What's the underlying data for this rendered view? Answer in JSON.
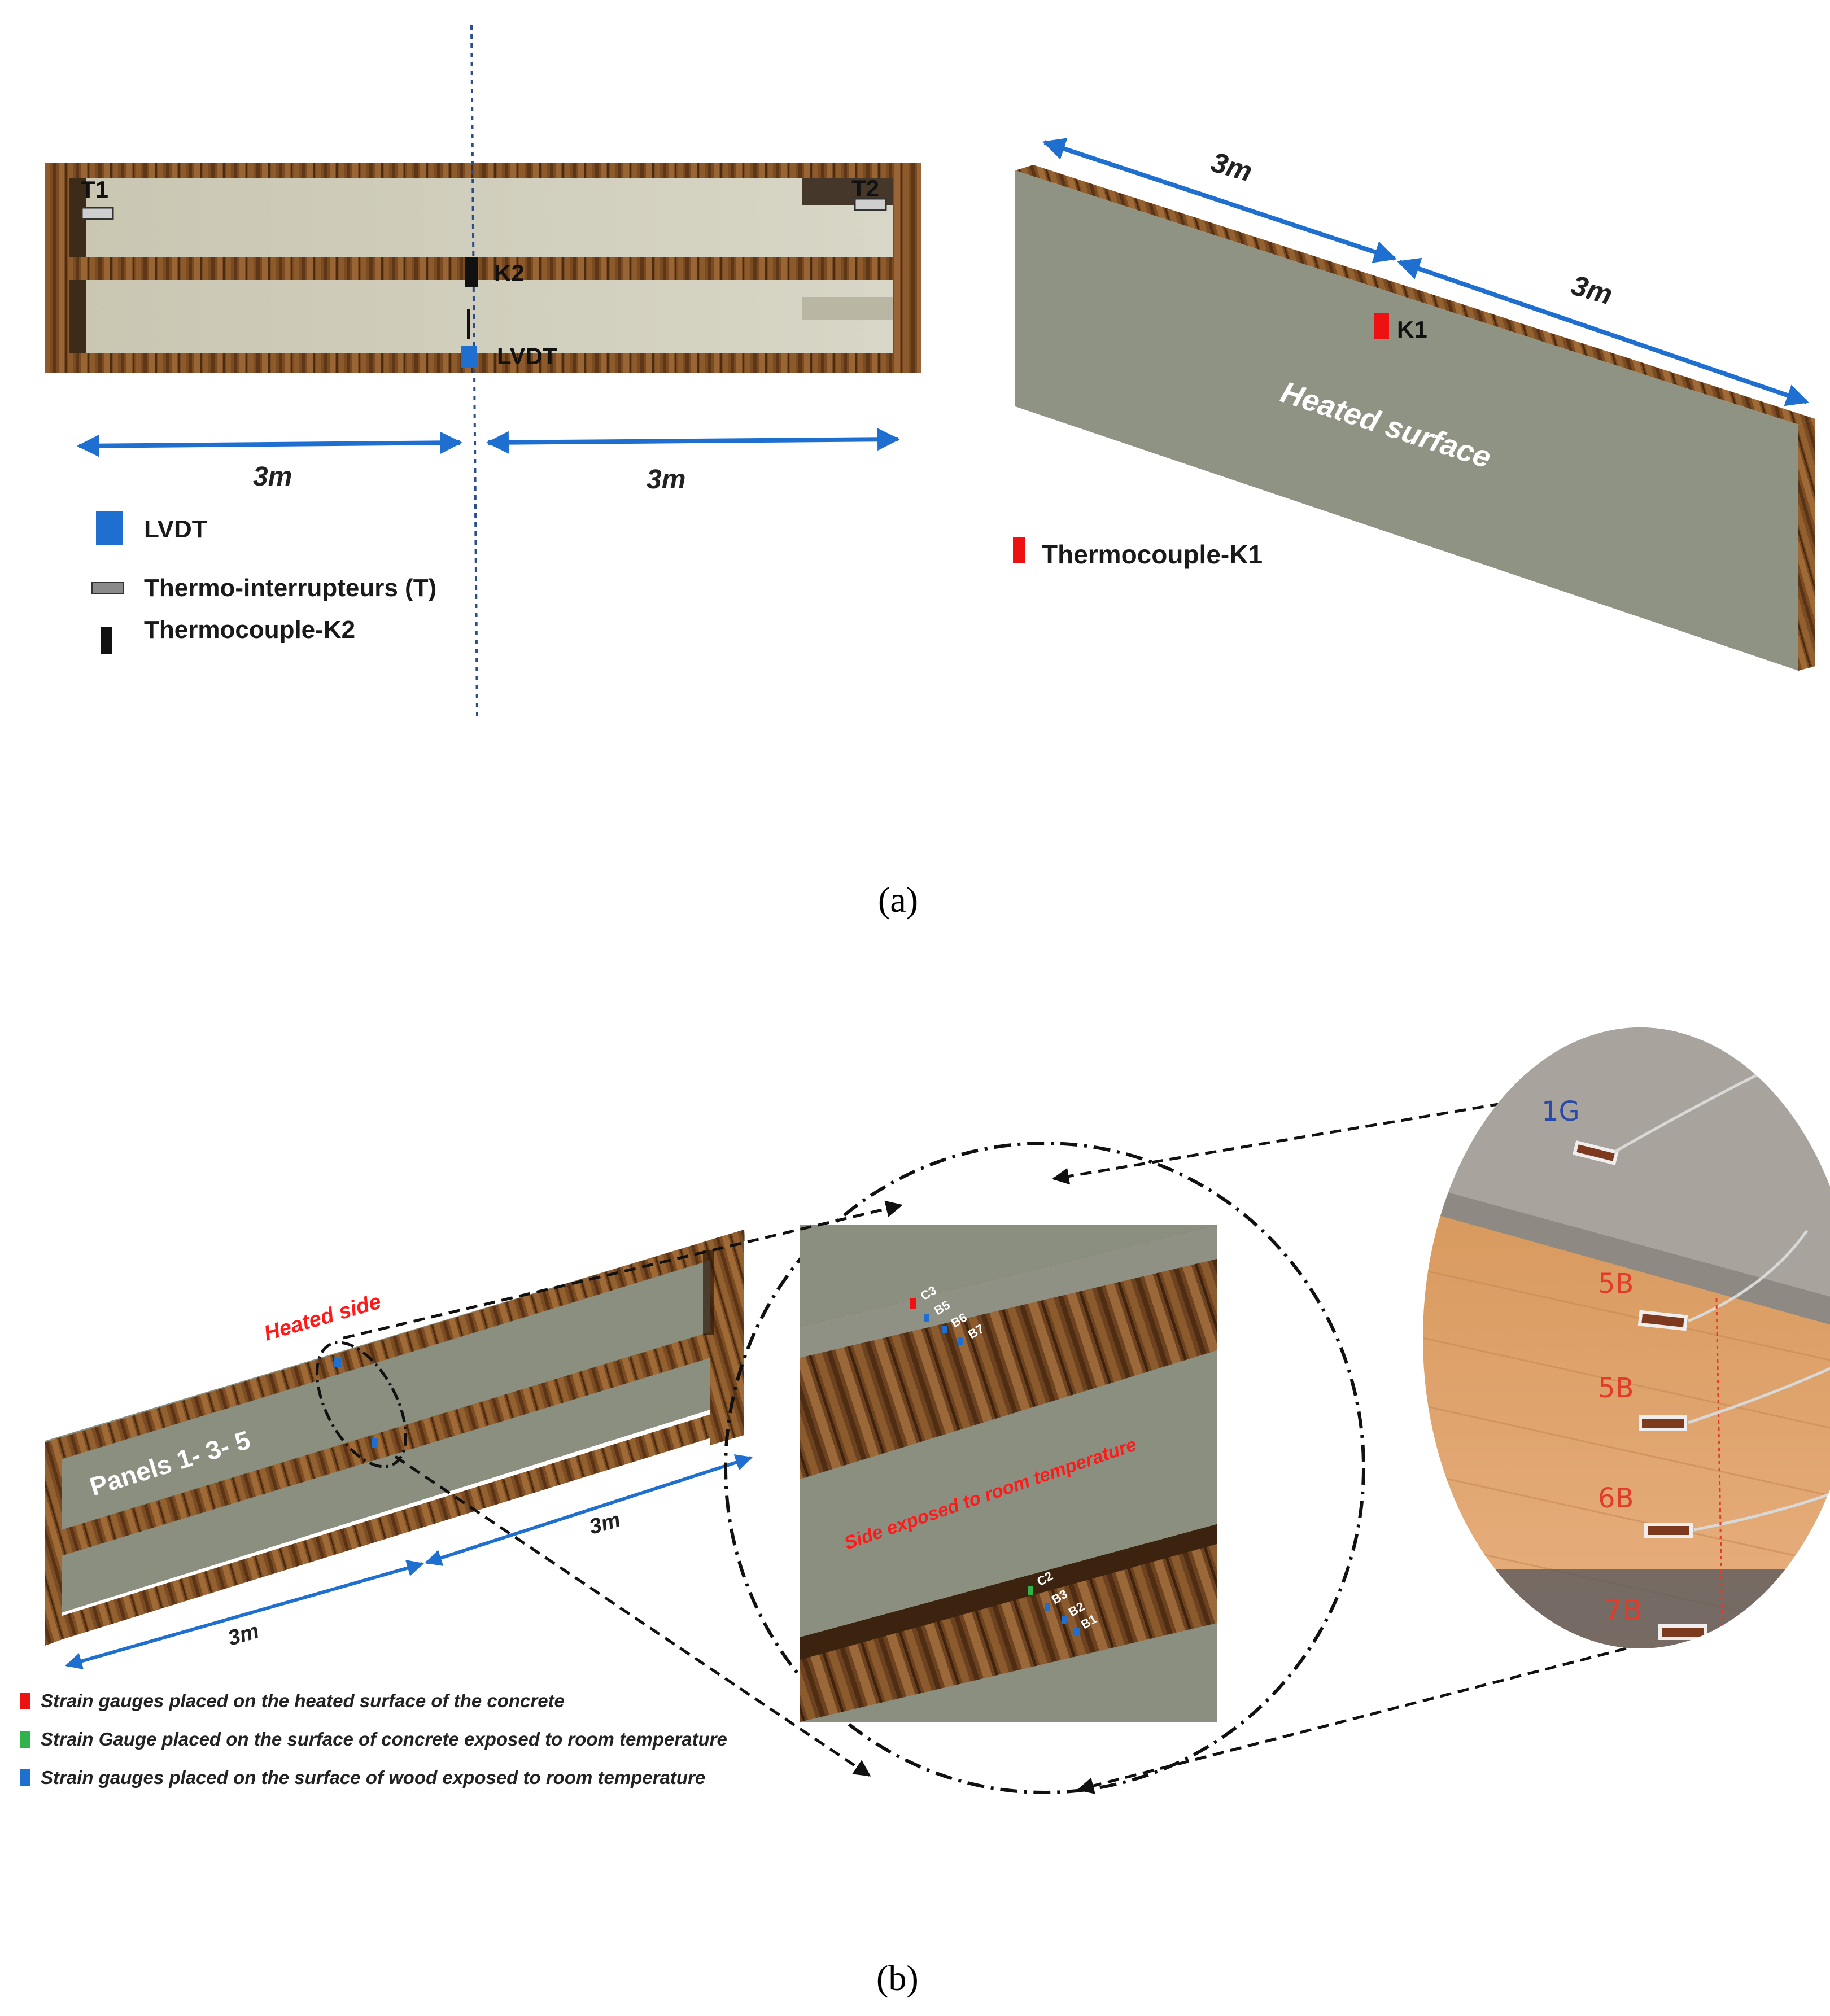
{
  "panel_a": {
    "top_view": {
      "labels": {
        "t1": "T1",
        "t2": "T2",
        "k2": "K2",
        "lvdt": "LVDT"
      },
      "dim_left": "3m",
      "dim_right": "3m"
    },
    "legend": [
      {
        "text": "LVDT",
        "color": "#1f6fd1"
      },
      {
        "text": "Thermo-interrupteurs (T)",
        "color": "#8a8a8a"
      },
      {
        "text": "Thermocouple-K2",
        "color": "#111111"
      }
    ],
    "iso_view": {
      "dim_left": "3m",
      "dim_right": "3m",
      "sensor_label": "K1",
      "surface_label": "Heated surface",
      "legend_text": "Thermocouple-K1",
      "legend_color": "#ee1111"
    },
    "caption": "(a)"
  },
  "panel_b": {
    "panel_label": "Panels 1- 3- 5",
    "heated_side": "Heated side",
    "dim_bottom": "3m",
    "dim_top": "3m",
    "zoom": {
      "side_label": "Side exposed to room temperature",
      "top_gauges": [
        "C3",
        "B5",
        "B6",
        "B7"
      ],
      "bottom_gauges": [
        "C2",
        "B3",
        "B2",
        "B1"
      ]
    },
    "photo_marks": [
      "1G",
      "5B",
      "5B",
      "6B",
      "7B"
    ],
    "legend": [
      {
        "text": "Strain gauges placed on the heated surface of the concrete",
        "color": "#ee1111"
      },
      {
        "text": "Strain Gauge placed on the surface of concrete exposed to room temperature",
        "color": "#2fb34a"
      },
      {
        "text": "Strain gauges placed on the surface of wood exposed to room temperature",
        "color": "#1f6fd1"
      }
    ],
    "caption": "(b)"
  }
}
